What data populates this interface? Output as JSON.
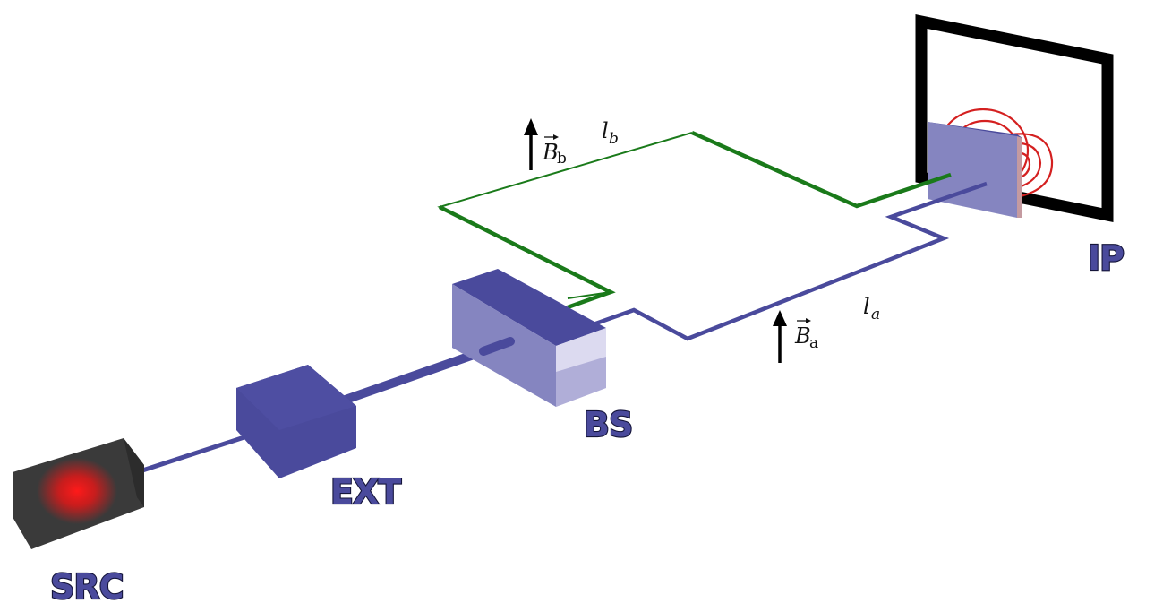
{
  "labels": {
    "src": "SRC",
    "ext": "EXT",
    "bs": "BS",
    "ip": "IP"
  },
  "math": {
    "field_b_symbol": "B",
    "field_b_sub": "b",
    "field_a_symbol": "B",
    "field_a_sub": "a",
    "length_b_symbol": "l",
    "length_b_sub": "b",
    "length_a_symbol": "l",
    "length_a_sub": "a"
  },
  "colors": {
    "beam": "#4a4a9c",
    "path_b": "#1a7a1a",
    "fringes": "#d42020",
    "source_body": "#3a3a3a",
    "source_glow": "#ff1a1a",
    "screen_frame": "#000000",
    "component_dark": "#4a4a9c",
    "component_light": "#8585c0"
  }
}
